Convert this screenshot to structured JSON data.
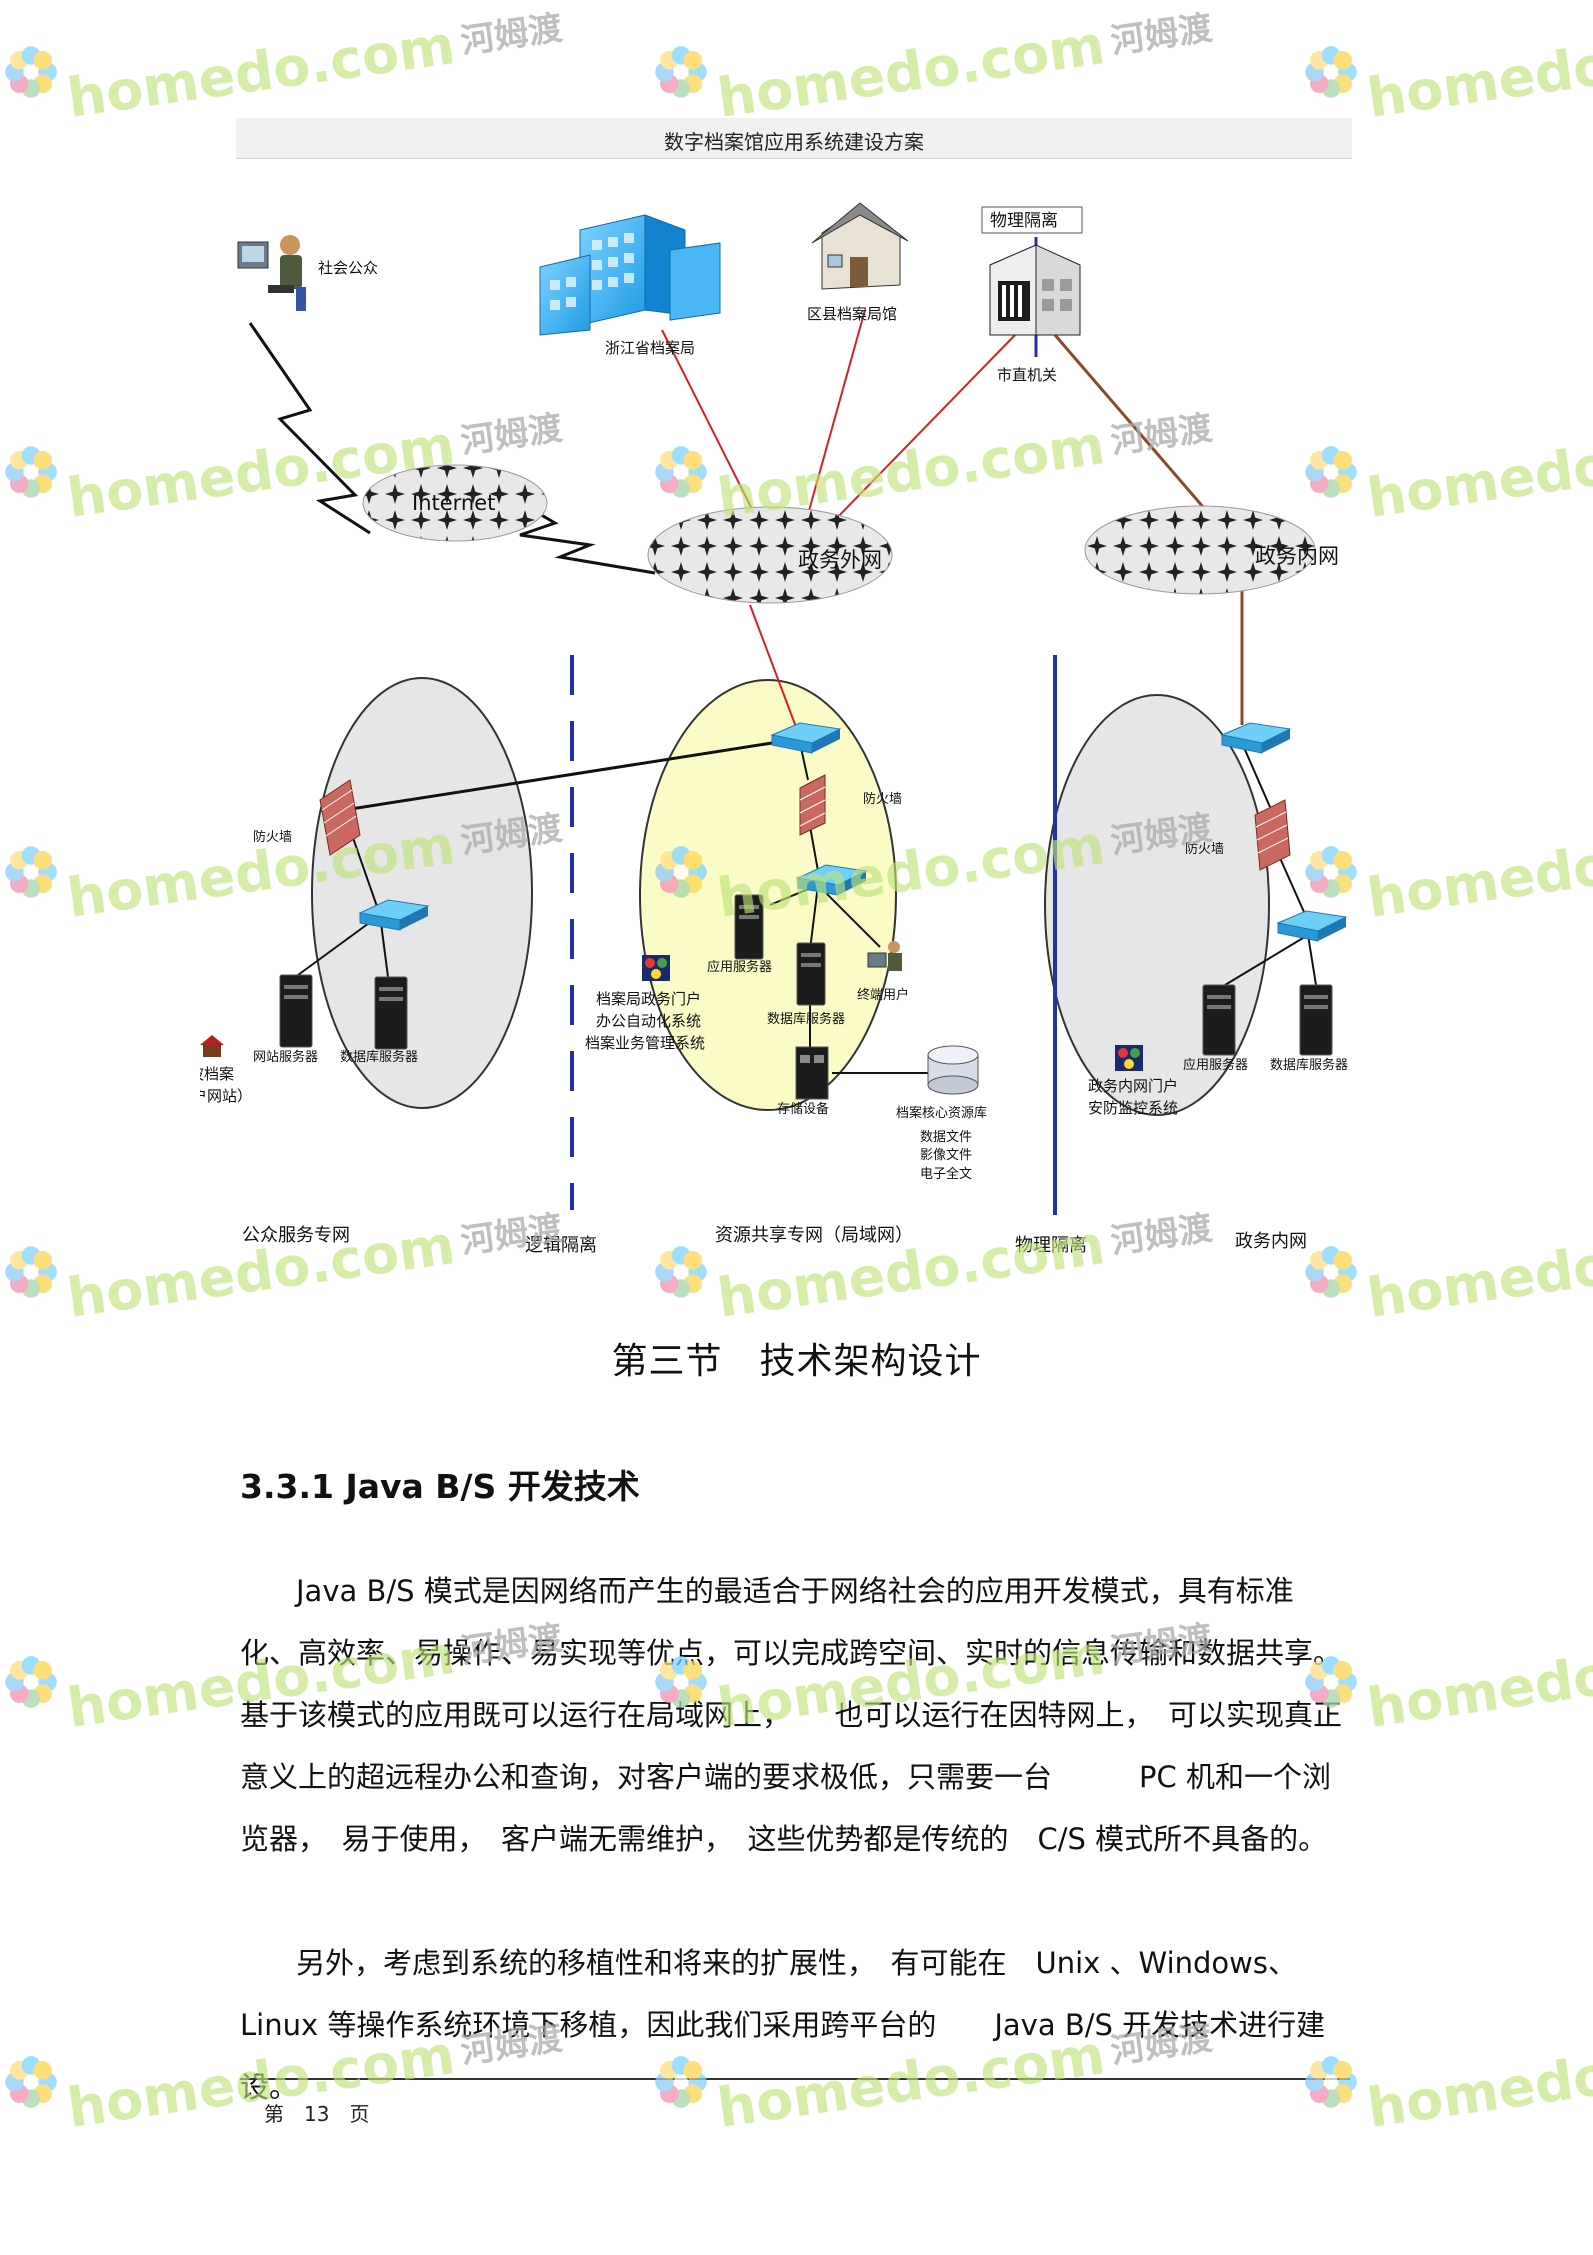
{
  "header": {
    "title": "数字档案馆应用系统建设方案"
  },
  "watermark": {
    "brand": "homedo.com",
    "cn": "河姆渡",
    "color": "#bfe37a"
  },
  "diagram": {
    "label_isolation_top": "物理隔离",
    "label_public": "社会公众",
    "label_zj_archive": "浙江省档案局",
    "label_county_archive": "区县档案局馆",
    "label_city_org": "市直机关",
    "label_internet": "Internet",
    "label_gov_external": "政务外网",
    "label_gov_internal": "政务内网",
    "label_firewall": "防火墙",
    "label_web_server": "网站服务器",
    "label_db_server": "数据库服务器",
    "label_app_server": "应用服务器",
    "label_terminal_user": "终端用户",
    "label_storage": "存储设备",
    "label_core_db": "档案核心资源库",
    "label_data_files": "数据文件",
    "label_image_files": "影像文件",
    "label_fulltext": "电子全文",
    "label_ningbo_1": "宁波档案",
    "label_ningbo_2": "（门户网站）",
    "label_archive_sys_1": "档案局政务门户",
    "label_archive_sys_2": "办公自动化系统",
    "label_archive_sys_3": "档案业务管理系统",
    "label_internal_sys_1": "政务内网门户",
    "label_internal_sys_2": "安防监控系统",
    "label_zone_public": "公众服务专网",
    "label_logical_iso": "逻辑隔离",
    "label_zone_shared": "资源共享专网（局域网）",
    "label_physical_iso": "物理隔离",
    "label_zone_internal": "政务内网"
  },
  "section_title": "第三节　技术架构设计",
  "subsection_title": "3.3.1 Java B/S 开发技术",
  "para1": "Java B/S 模式是因网络而产生的最适合于网络社会的应用开发模式，具有标准化、高效率、易操作、易实现等优点，可以完成跨空间、实时的信息传输和数据共享。基于该模式的应用既可以运行在局域网上，　　也可以运行在因特网上，　可以实现真正意义上的超远程办公和查询，对客户端的要求极低，只需要一台　　　PC 机和一个浏览器，　易于使用，　客户端无需维护，　这些优势都是传统的　C/S 模式所不具备的。",
  "para2": "另外，考虑到系统的移植性和将来的扩展性，　有可能在　Unix 、Windows、Linux 等操作系统环境下移植，因此我们采用跨平台的　　Java B/S 开发技术进行建设。",
  "footer": {
    "page_label": "第　13　页"
  }
}
